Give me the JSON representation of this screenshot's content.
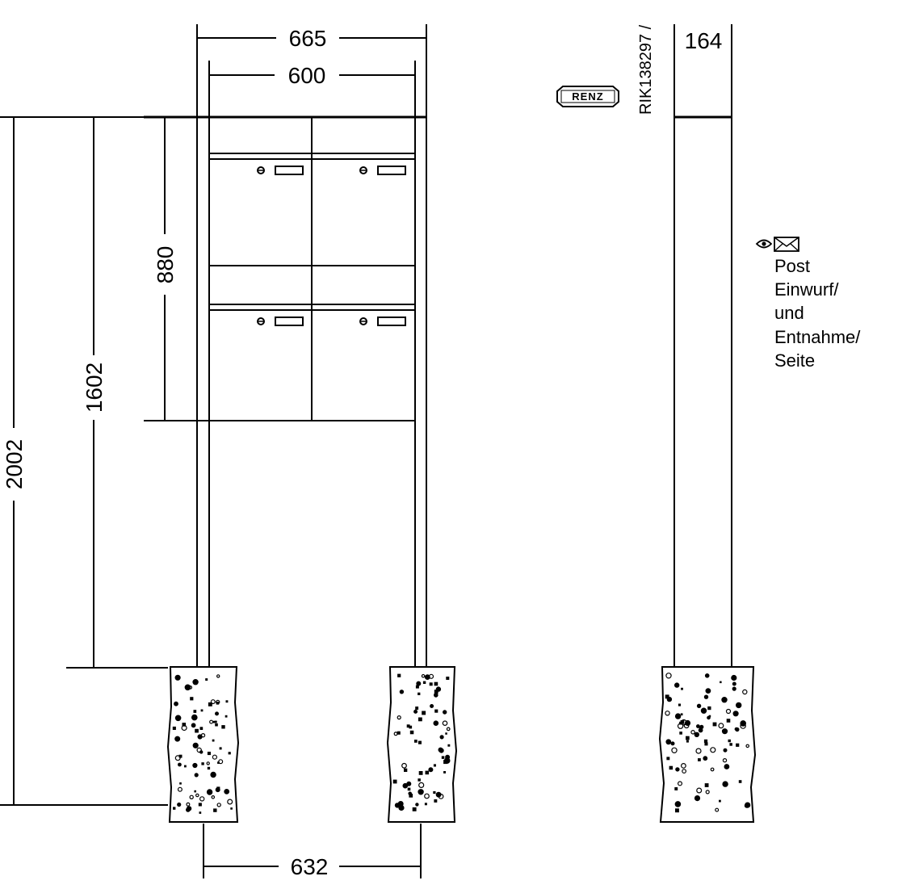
{
  "dimensions": {
    "overall_width": "665",
    "box_width": "600",
    "box_height": "880",
    "box_top_height": "1602",
    "total_height": "2002",
    "post_spacing": "632",
    "post_depth": "164"
  },
  "brand": {
    "logo": "RENZ",
    "article_code": "RIK138297 /"
  },
  "legend": {
    "icons": [
      "eye-icon",
      "envelope-icon"
    ],
    "lines": [
      "Post",
      "Einwurf/",
      "und",
      "Entnahme/",
      "Seite"
    ]
  },
  "mailboxes": {
    "rows": 2,
    "columns": 2
  }
}
